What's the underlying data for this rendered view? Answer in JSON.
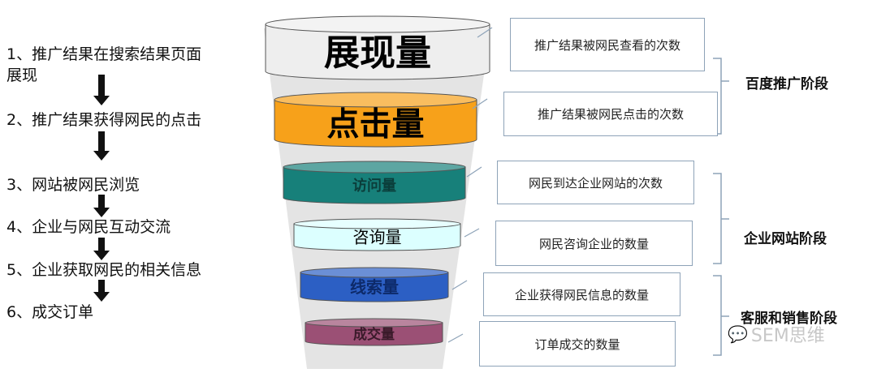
{
  "steps": [
    {
      "label": "1、推广结果在搜索结果页面",
      "label2": "展现"
    },
    {
      "label": "2、推广结果获得网民的点击"
    },
    {
      "label": "3、网站被网民浏览"
    },
    {
      "label": "4、企业与网民互动交流"
    },
    {
      "label": "5、企业获取网民的相关信息"
    },
    {
      "label": "6、成交订单"
    }
  ],
  "funnel": [
    {
      "label": "展现量",
      "color": "#eeeeee"
    },
    {
      "label": "点击量",
      "color": "#f7a11a"
    },
    {
      "label": "访问量",
      "color": "#17807a"
    },
    {
      "label": "咨询量",
      "color": "#dcffff"
    },
    {
      "label": "线索量",
      "color": "#2c5fc4"
    },
    {
      "label": "成交量",
      "color": "#9b5075"
    }
  ],
  "descriptions": [
    "推广结果被网民查看的次数",
    "推广结果被网民点击的次数",
    "网民到达企业网站的次数",
    "网民咨询企业的数量",
    "企业获得网民信息的数量",
    "订单成交的数量"
  ],
  "stages": [
    "百度推广阶段",
    "企业网站阶段",
    "客服和销售阶段"
  ],
  "watermark": "SEM思维"
}
